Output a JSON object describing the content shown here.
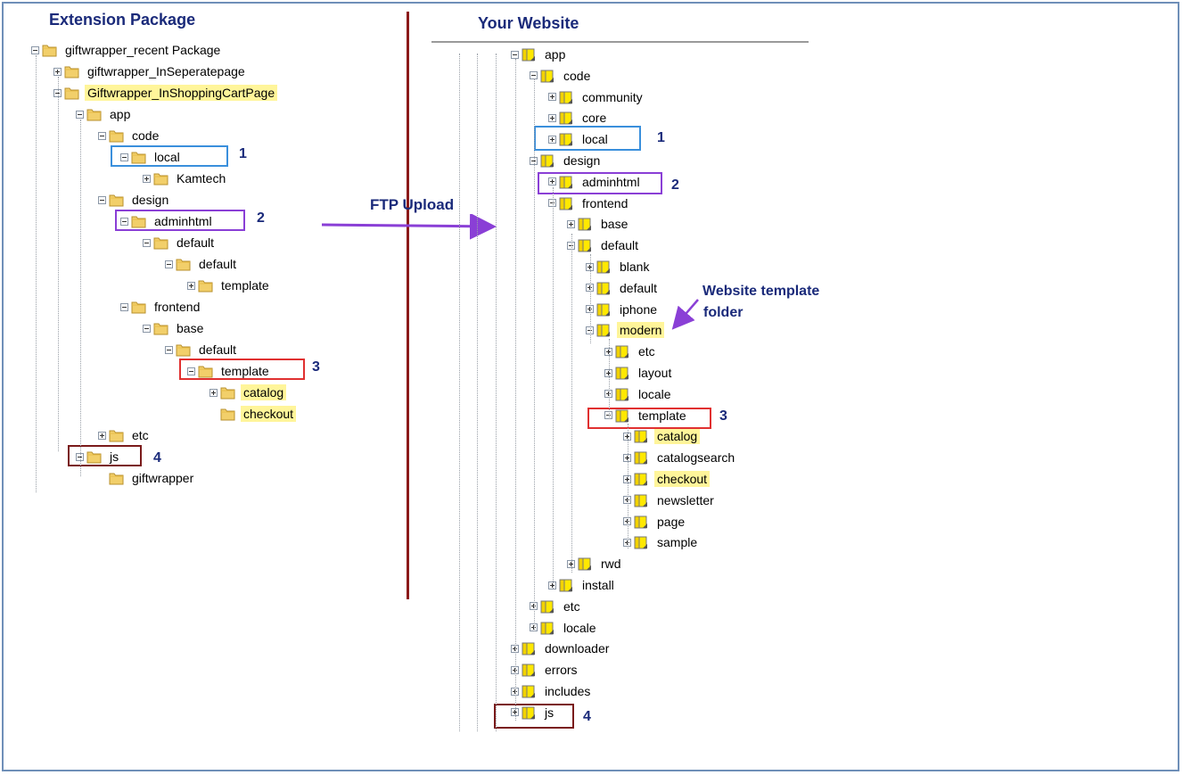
{
  "titles": {
    "left": "Extension Package",
    "right": "Your Website"
  },
  "arrow": {
    "label": "FTP Upload"
  },
  "annotation": {
    "line1": "Website template",
    "line2": "folder"
  },
  "numbers": [
    "1",
    "2",
    "3",
    "4"
  ],
  "colors": {
    "title": "#1a2a7a",
    "highlight": "#fff59a",
    "divider": "#8b1a1a",
    "box1": "#3a8fdc",
    "box2": "#8a3fd6",
    "box3": "#e03030",
    "box4": "#7a1a1a",
    "arrow": "#8a3fd6"
  },
  "left_tree": [
    {
      "label": "giftwrapper_recent Package",
      "depth": 0,
      "expander": "minus"
    },
    {
      "label": "giftwrapper_InSeperatepage",
      "depth": 1,
      "expander": "plus"
    },
    {
      "label": "Giftwrapper_InShoppingCartPage",
      "depth": 1,
      "expander": "minus",
      "highlight": true
    },
    {
      "label": "app",
      "depth": 2,
      "expander": "minus"
    },
    {
      "label": "code",
      "depth": 3,
      "expander": "minus"
    },
    {
      "label": "local",
      "depth": 4,
      "expander": "minus"
    },
    {
      "label": "Kamtech",
      "depth": 5,
      "expander": "plus"
    },
    {
      "label": "design",
      "depth": 3,
      "expander": "minus"
    },
    {
      "label": "adminhtml",
      "depth": 4,
      "expander": "minus"
    },
    {
      "label": "default",
      "depth": 5,
      "expander": "minus"
    },
    {
      "label": "default",
      "depth": 6,
      "expander": "minus"
    },
    {
      "label": "template",
      "depth": 7,
      "expander": "plus"
    },
    {
      "label": "frontend",
      "depth": 4,
      "expander": "minus"
    },
    {
      "label": "base",
      "depth": 5,
      "expander": "minus"
    },
    {
      "label": "default",
      "depth": 6,
      "expander": "minus"
    },
    {
      "label": "template",
      "depth": 7,
      "expander": "minus"
    },
    {
      "label": "catalog",
      "depth": 8,
      "expander": "plus",
      "highlight": true
    },
    {
      "label": "checkout",
      "depth": 8,
      "expander": "none",
      "highlight": true
    },
    {
      "label": "etc",
      "depth": 3,
      "expander": "plus"
    },
    {
      "label": "js",
      "depth": 2,
      "expander": "minus"
    },
    {
      "label": "giftwrapper",
      "depth": 3,
      "expander": "none"
    }
  ],
  "right_tree": [
    {
      "label": "app",
      "depth": 0,
      "expander": "minus"
    },
    {
      "label": "code",
      "depth": 1,
      "expander": "minus"
    },
    {
      "label": "community",
      "depth": 2,
      "expander": "plus"
    },
    {
      "label": "core",
      "depth": 2,
      "expander": "plus"
    },
    {
      "label": "local",
      "depth": 2,
      "expander": "plus"
    },
    {
      "label": "design",
      "depth": 1,
      "expander": "minus"
    },
    {
      "label": "adminhtml",
      "depth": 2,
      "expander": "plus"
    },
    {
      "label": "frontend",
      "depth": 2,
      "expander": "minus"
    },
    {
      "label": "base",
      "depth": 3,
      "expander": "plus"
    },
    {
      "label": "default",
      "depth": 3,
      "expander": "minus"
    },
    {
      "label": "blank",
      "depth": 4,
      "expander": "plus"
    },
    {
      "label": "default",
      "depth": 4,
      "expander": "plus"
    },
    {
      "label": "iphone",
      "depth": 4,
      "expander": "plus"
    },
    {
      "label": "modern",
      "depth": 4,
      "expander": "minus",
      "highlight": true
    },
    {
      "label": "etc",
      "depth": 5,
      "expander": "plus"
    },
    {
      "label": "layout",
      "depth": 5,
      "expander": "plus"
    },
    {
      "label": "locale",
      "depth": 5,
      "expander": "plus"
    },
    {
      "label": "template",
      "depth": 5,
      "expander": "minus"
    },
    {
      "label": "catalog",
      "depth": 6,
      "expander": "plus",
      "highlight": true
    },
    {
      "label": "catalogsearch",
      "depth": 6,
      "expander": "plus"
    },
    {
      "label": "checkout",
      "depth": 6,
      "expander": "plus",
      "highlight": true
    },
    {
      "label": "newsletter",
      "depth": 6,
      "expander": "plus"
    },
    {
      "label": "page",
      "depth": 6,
      "expander": "plus"
    },
    {
      "label": "sample",
      "depth": 6,
      "expander": "plus"
    },
    {
      "label": "rwd",
      "depth": 3,
      "expander": "plus"
    },
    {
      "label": "install",
      "depth": 2,
      "expander": "plus"
    },
    {
      "label": "etc",
      "depth": 1,
      "expander": "plus"
    },
    {
      "label": "locale",
      "depth": 1,
      "expander": "plus"
    },
    {
      "label": "downloader",
      "depth": 0,
      "expander": "plus"
    },
    {
      "label": "errors",
      "depth": 0,
      "expander": "plus"
    },
    {
      "label": "includes",
      "depth": 0,
      "expander": "plus"
    },
    {
      "label": "js",
      "depth": 0,
      "expander": "plus"
    }
  ]
}
